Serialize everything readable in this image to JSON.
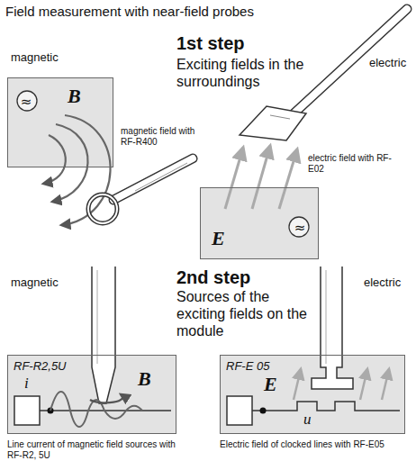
{
  "diagram": {
    "nodes": [
      {
        "text": [
          "≈",
          "B"
        ]
      },
      {
        "text": [
          "E",
          "≈"
        ]
      },
      {
        "text": [
          "RF-R2,5U",
          "i",
          "B"
        ]
      },
      {
        "text": [
          "RF-E 05",
          "E",
          "u"
        ]
      }
    ],
    "labels": [
      "Field measurement with near-field probes",
      "magnetic",
      "1st step",
      "Exciting fields in the surroundings",
      "electric",
      "magnetic field with RF-R400",
      "electric field with RF-E02",
      "2nd step",
      "Sources of the exciting fields on the module",
      "magnetic",
      "electric",
      "Line current of magnetic field sources with RF-R2, 5U",
      "Electric field of clocked lines with RF-E05"
    ]
  }
}
